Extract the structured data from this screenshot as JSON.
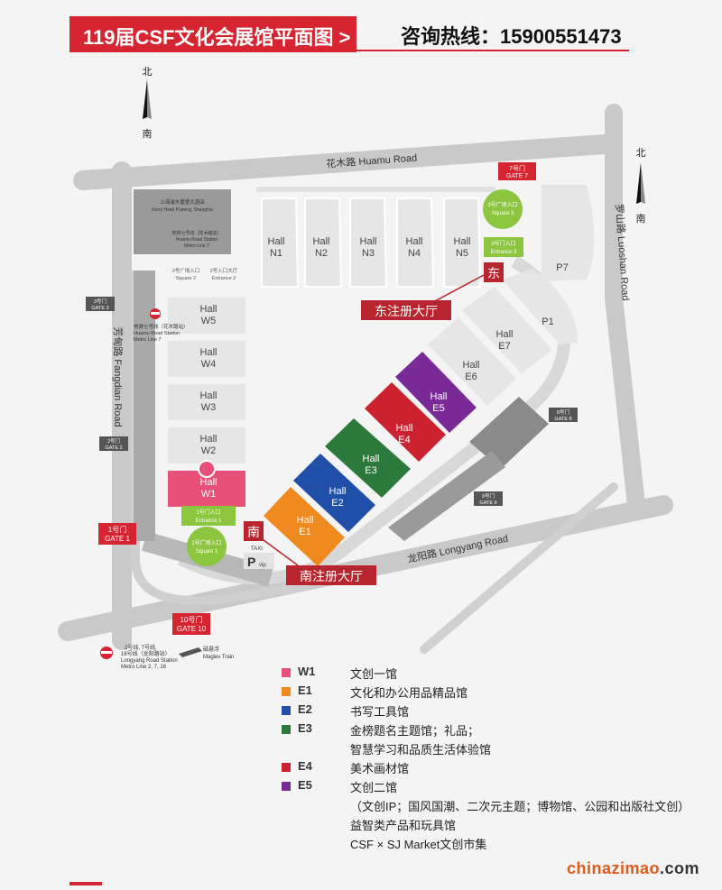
{
  "header": {
    "title": "119届CSF文化会展馆平面图 >",
    "hotline": "咨询热线：15900551473"
  },
  "compass": {
    "north": "北",
    "south": "南"
  },
  "roads": {
    "huamu": "花木路 Huamu Road",
    "luoshan": "罗山路 Luoshan Road",
    "fangdian": "芳甸路 Fangdian Road",
    "longyang": "龙阳路 Longyang Road"
  },
  "hotel": {
    "cn": "上海浦东嘉里大酒店",
    "en": "Kerry Hotel Pudong, Shanghai"
  },
  "metro_huamu_top": {
    "cn": "地铁七号线（花木路站）",
    "en1": "Huamu Road Station",
    "en2": "Metro Line 7"
  },
  "metro_huamu_side": {
    "cn": "地铁七号线（花木路站）",
    "en1": "Huamu Road Station",
    "en2": "Metro Line 7"
  },
  "metro_longyang": {
    "cn1": "2号线, 7号线,",
    "cn2": "16号线（龙阳路站）",
    "en1": "Longyang Road Station",
    "en2": "Metro Line 2, 7, 16"
  },
  "maglev": {
    "cn": "磁悬浮",
    "en": "Maglev Train"
  },
  "halls": {
    "hall_word": "Hall",
    "n1": "N1",
    "n2": "N2",
    "n3": "N3",
    "n4": "N4",
    "n5": "N5",
    "w1": "W1",
    "w2": "W2",
    "w3": "W3",
    "w4": "W4",
    "w5": "W5",
    "e1": "E1",
    "e2": "E2",
    "e3": "E3",
    "e4": "E4",
    "e5": "E5",
    "e6": "E6",
    "e7": "E7",
    "p1": "P1",
    "p7": "P7"
  },
  "gates": {
    "g1": {
      "cn": "1号门",
      "en": "GATE 1"
    },
    "g2": {
      "cn": "2号门",
      "en": "GATE 2"
    },
    "g3": {
      "cn": "3号门",
      "en": "GATE 3"
    },
    "g7": {
      "cn": "7号门",
      "en": "GATE 7"
    },
    "g8": {
      "cn": "8号门",
      "en": "GATE 8"
    },
    "g9": {
      "cn": "9号门",
      "en": "GATE 9"
    },
    "g10": {
      "cn": "10号门",
      "en": "GATE 10"
    }
  },
  "squares": {
    "sq1": {
      "cn": "1号广场入口",
      "en": "Square 1"
    },
    "sq3": {
      "cn": "3号广场入口",
      "en": "Square 3"
    },
    "sq2": {
      "cn": "2号广场入口",
      "en": "Square 2"
    },
    "ent1": {
      "cn": "1号门入口",
      "en": "Entrance 1"
    },
    "ent2": {
      "cn": "2号入口大厅",
      "en": "Entrance 2"
    },
    "ent3": {
      "cn": "3号门入口",
      "en": "Entrance 3"
    }
  },
  "registration": {
    "east_char": "东",
    "east_hall": "东注册大厅",
    "south_char": "南",
    "south_hall": "南注册大厅"
  },
  "parking": {
    "taxi": "TAXI",
    "p": "P",
    "vip": "vip"
  },
  "colors": {
    "W1": "#e8507a",
    "E1": "#f0891e",
    "E2": "#1f4fa8",
    "E3": "#2b7a3b",
    "E4": "#cc2230",
    "E5": "#7a2a96",
    "accent_red": "#d62430",
    "green_square": "#8cc63f"
  },
  "legend": [
    {
      "code": "W1",
      "color": "#e8507a",
      "lines": [
        "文创一馆"
      ]
    },
    {
      "code": "E1",
      "color": "#f0891e",
      "lines": [
        "文化和办公用品精品馆"
      ]
    },
    {
      "code": "E2",
      "color": "#1f4fa8",
      "lines": [
        "书写工具馆"
      ]
    },
    {
      "code": "E3",
      "color": "#2b7a3b",
      "lines": [
        "金榜题名主题馆；礼品；",
        "智慧学习和品质生活体验馆"
      ]
    },
    {
      "code": "E4",
      "color": "#cc2230",
      "lines": [
        "美术画材馆"
      ]
    },
    {
      "code": "E5",
      "color": "#7a2a96",
      "lines": [
        "文创二馆",
        "（文创IP；国风国潮、二次元主题；博物馆、公园和出版社文创）",
        "益智类产品和玩具馆",
        "CSF × SJ Market文创市集"
      ]
    }
  ],
  "watermark": {
    "main": "chinazimao",
    "suffix": ".com"
  }
}
